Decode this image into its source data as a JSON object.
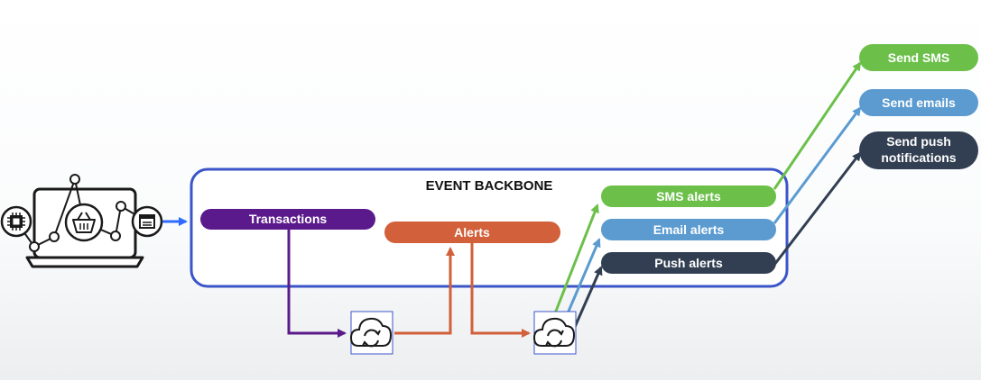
{
  "backbone": {
    "title": "EVENT BACKBONE"
  },
  "topics": {
    "transactions": "Transactions",
    "alerts": "Alerts",
    "sms_alerts": "SMS alerts",
    "email_alerts": "Email alerts",
    "push_alerts": "Push alerts"
  },
  "actions": {
    "send_sms": "Send SMS",
    "send_emails": "Send emails",
    "send_push_line1": "Send push",
    "send_push_line2": "notifications"
  },
  "colors": {
    "backbone_border": "#3b55c9",
    "source_arrow": "#2f6bff",
    "transactions": "#5b1a8b",
    "alerts": "#d2603a",
    "sms": "#6cc04a",
    "email": "#5b9bd0",
    "push": "#323f52"
  },
  "icons": {
    "source": "laptop-network-icon",
    "processor_1": "cloud-sync-icon",
    "processor_2": "cloud-sync-icon"
  }
}
